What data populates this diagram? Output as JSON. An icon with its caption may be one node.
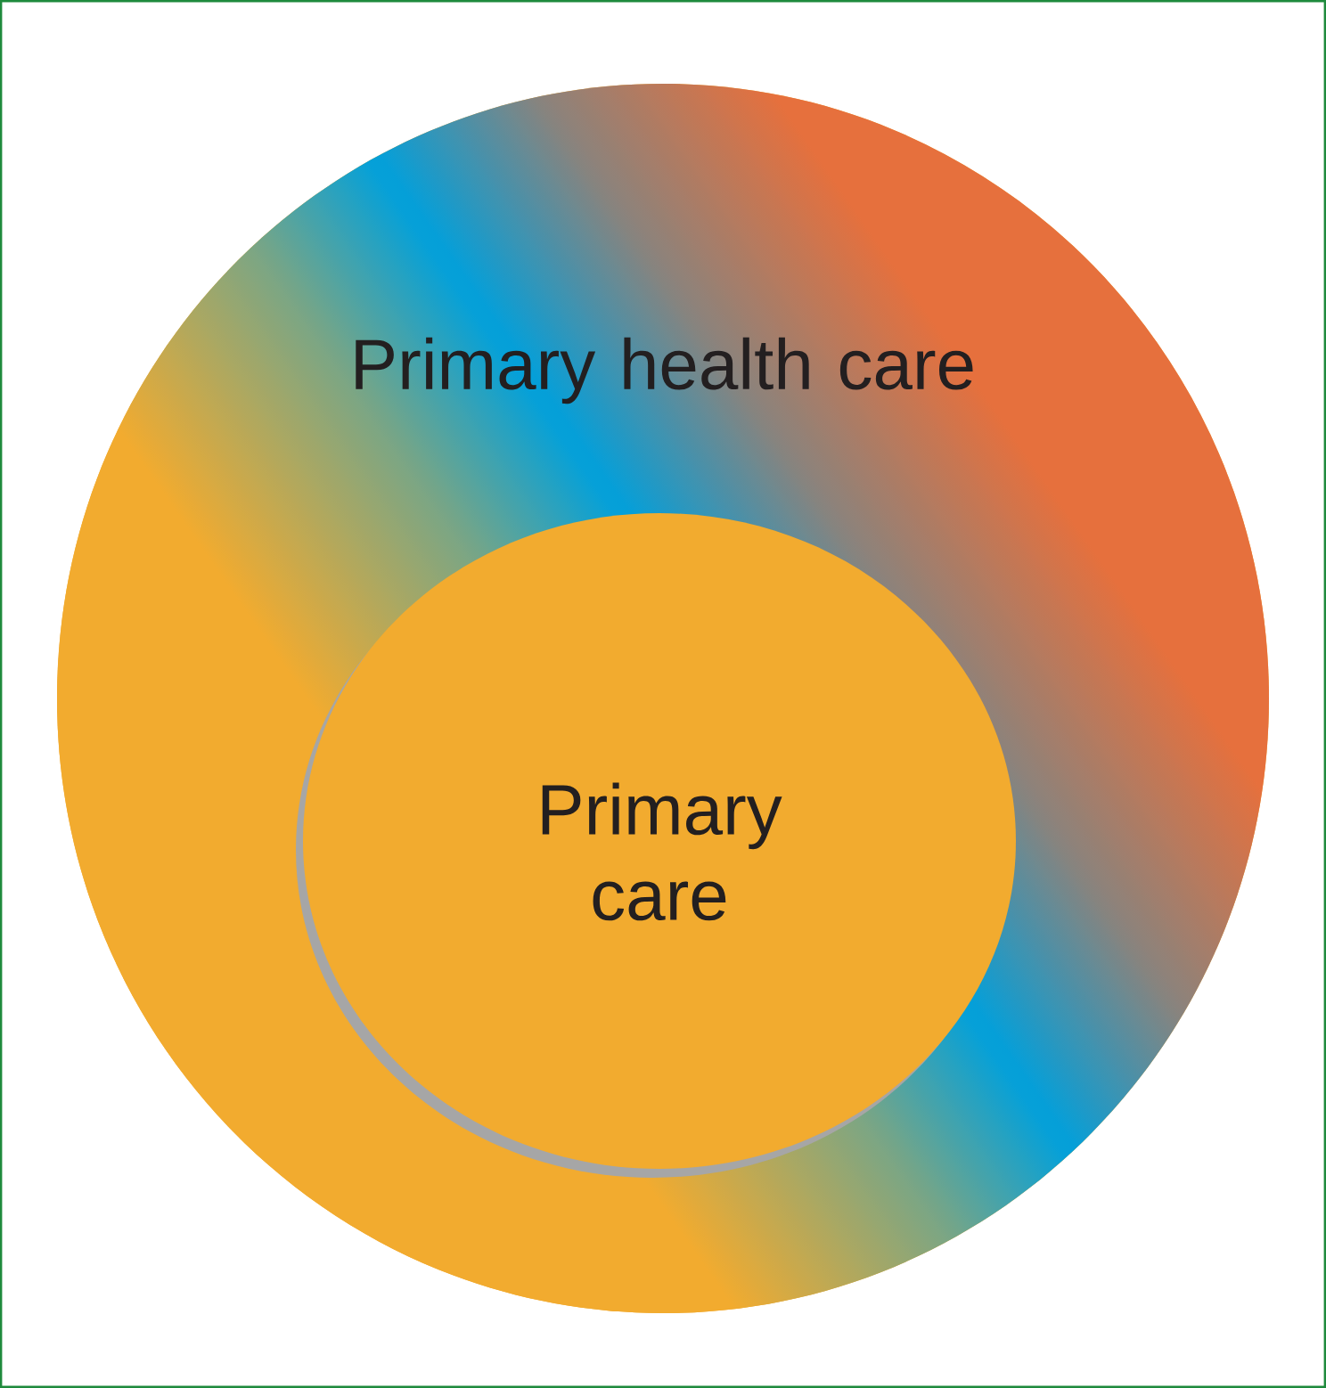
{
  "diagram": {
    "nodes": [
      {
        "text": [
          "Primary health care"
        ]
      },
      {
        "text": [
          "Primary care"
        ],
        "in": 0
      }
    ]
  }
}
